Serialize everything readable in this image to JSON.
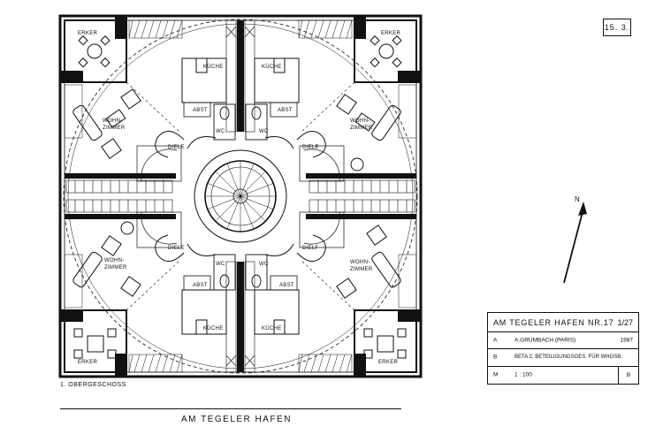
{
  "sheet": {
    "page_number": "15. 3."
  },
  "plan": {
    "floor_label": "1. OBERGESCHOSS",
    "bottom_title": "AM TEGELER HAFEN",
    "rooms": {
      "erker_nw": "ERKER",
      "erker_ne": "ERKER",
      "erker_sw": "ERKER",
      "erker_se": "ERKER",
      "wohn_nw": "WOHN-",
      "zimmer_nw": "ZIMMER",
      "wohn_ne": "WOHN-",
      "zimmer_ne": "ZIMMER",
      "wohn_sw": "WOHN-",
      "zimmer_sw": "ZIMMER",
      "wohn_se": "WOHN-",
      "zimmer_se": "ZIMMER",
      "kueche_nw": "KÜCHE",
      "kueche_ne": "KÜCHE",
      "kueche_sw": "KÜCHE",
      "kueche_se": "KÜCHE",
      "abst_nw": "ABST",
      "abst_ne": "ABST",
      "abst_sw": "ABST",
      "abst_se": "ABST",
      "wc_nw": "WC",
      "wc_ne": "WC",
      "wc_sw": "WC",
      "wc_se": "WC",
      "diele_nw": "DIELE",
      "diele_ne": "DIELE",
      "diele_sw": "DIELE",
      "diele_se": "DIELF"
    },
    "north_label": "N"
  },
  "titleblock": {
    "project": "AM TEGELER HAFEN NR.17",
    "sheet_no": "1/27",
    "row_a_key": "A",
    "row_a_text": "A.GRUMBACH (PARIS)",
    "row_a_year": "1987",
    "row_b_key": "B",
    "row_b_text": "BETA 2, BETEILIGUNGSGES. FÜR WHGSB.",
    "row_m_key": "M",
    "row_m_text": "1 : 100",
    "row_m_box": "B"
  }
}
